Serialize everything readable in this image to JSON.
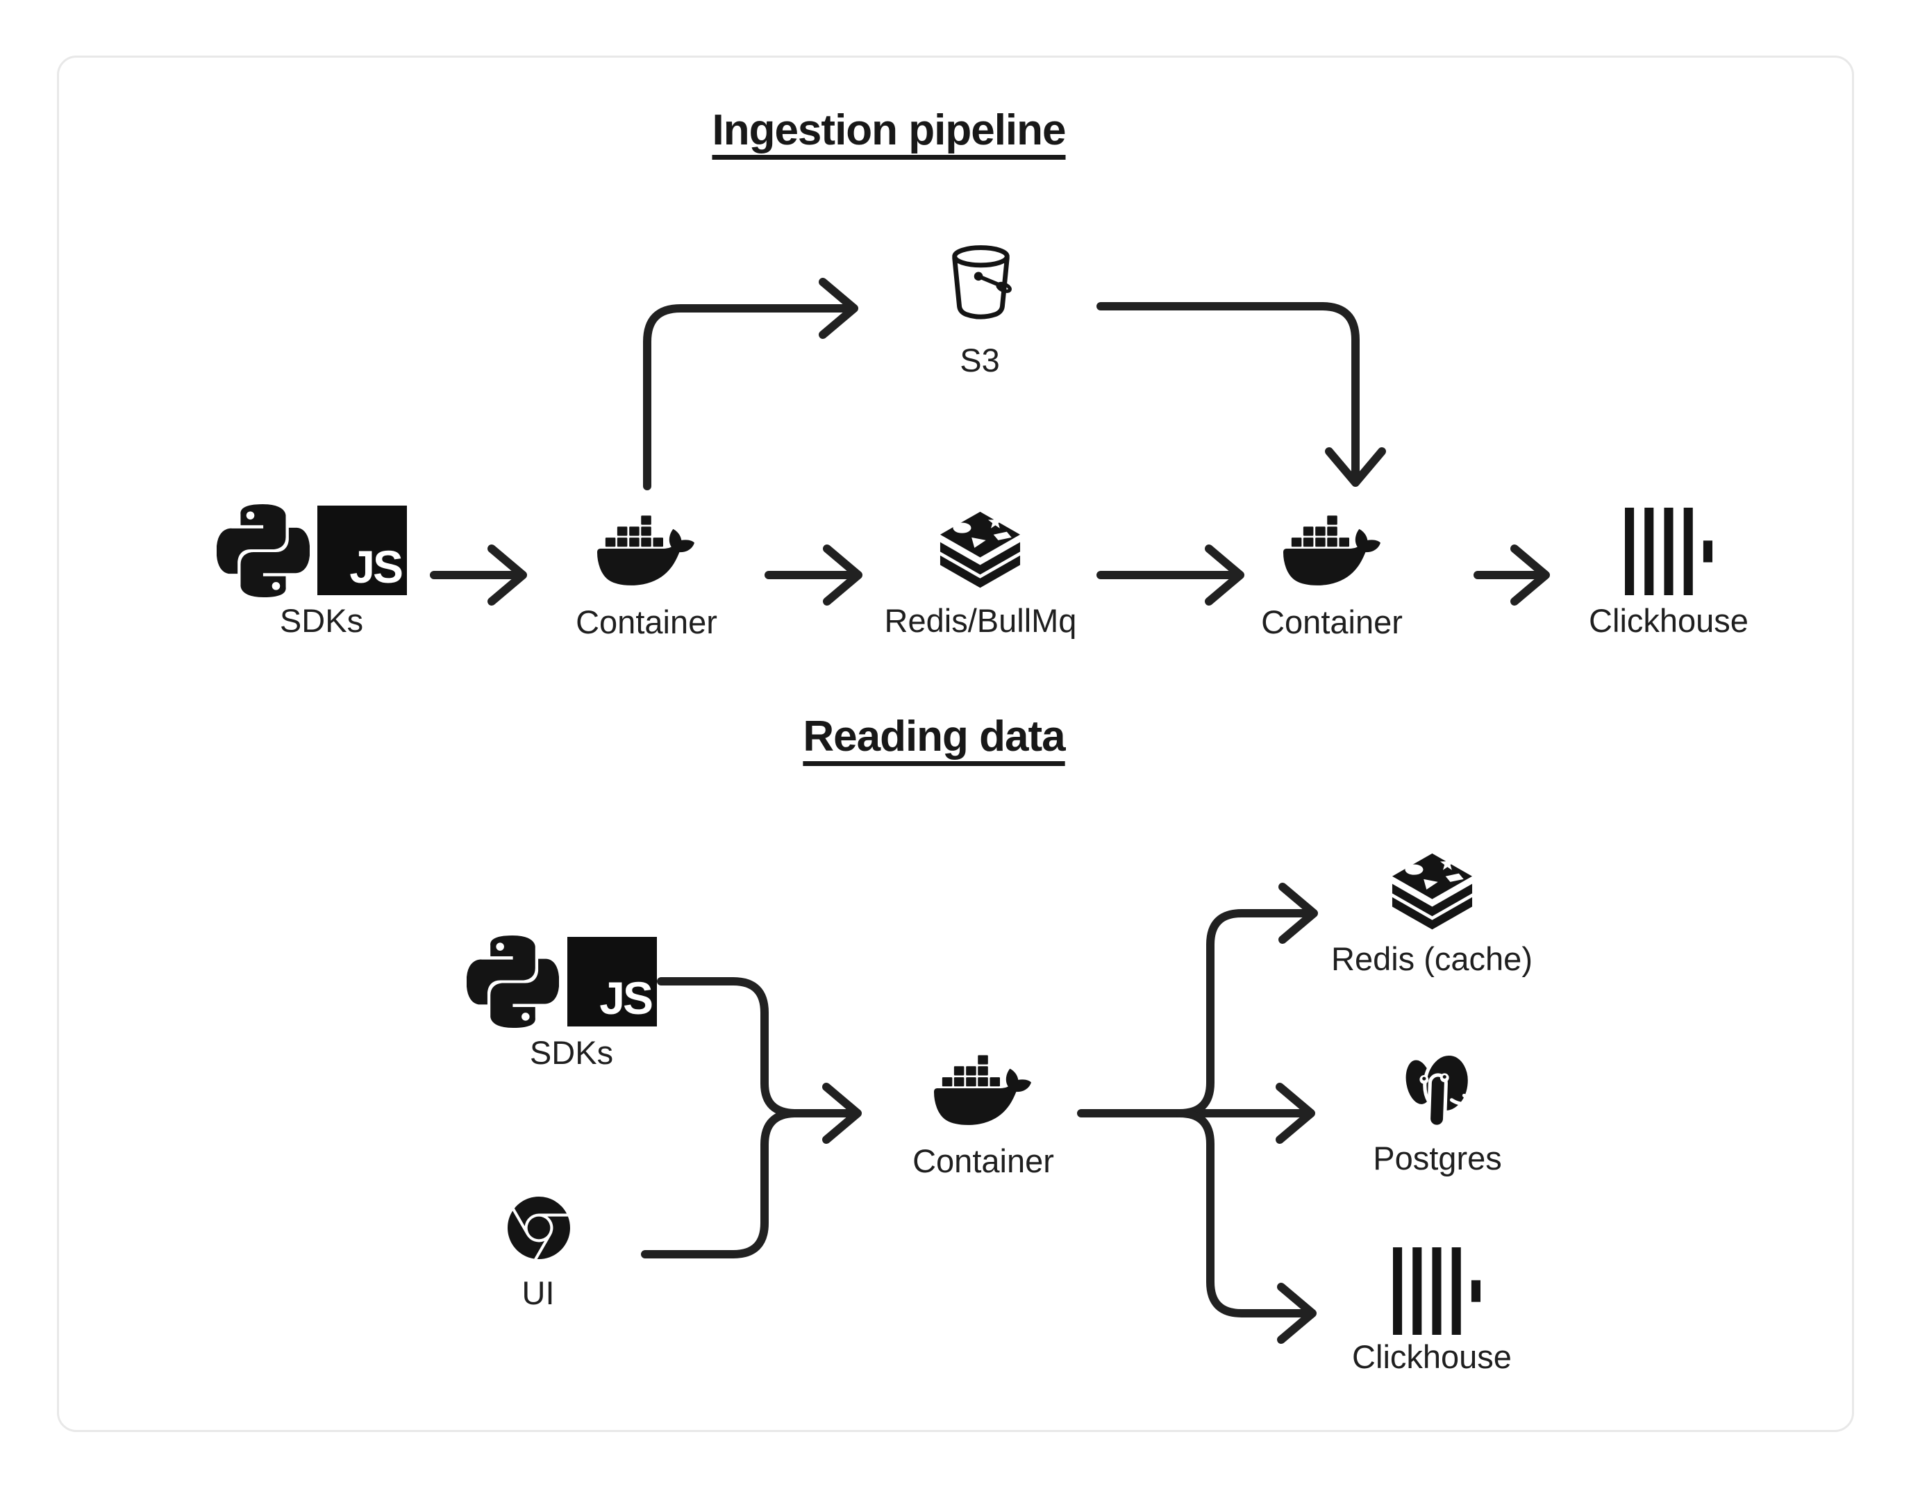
{
  "colors": {
    "background": "#ffffff",
    "card_border": "#e8e8e8",
    "ink": "#1a1a1a",
    "line": "#212121",
    "js_badge_bg": "#0f0f0f",
    "js_badge_text": "#ffffff"
  },
  "ingestion": {
    "title": "Ingestion pipeline",
    "js_badge": "JS",
    "nodes": {
      "sdks": "SDKs",
      "container_in": "Container",
      "queue": "Redis/BullMq",
      "container_worker": "Container",
      "clickhouse": "Clickhouse",
      "s3": "S3"
    }
  },
  "reading": {
    "title": "Reading data",
    "js_badge": "JS",
    "nodes": {
      "sdks": "SDKs",
      "ui": "UI",
      "container": "Container",
      "redis_cache": "Redis (cache)",
      "postgres": "Postgres",
      "clickhouse": "Clickhouse"
    }
  },
  "icons": {
    "python": "python-icon",
    "javascript": "js-icon",
    "docker": "docker-icon",
    "redis": "redis-icon",
    "s3": "s3-bucket-icon",
    "clickhouse": "clickhouse-icon",
    "chrome": "chrome-icon",
    "postgres": "postgres-icon"
  }
}
